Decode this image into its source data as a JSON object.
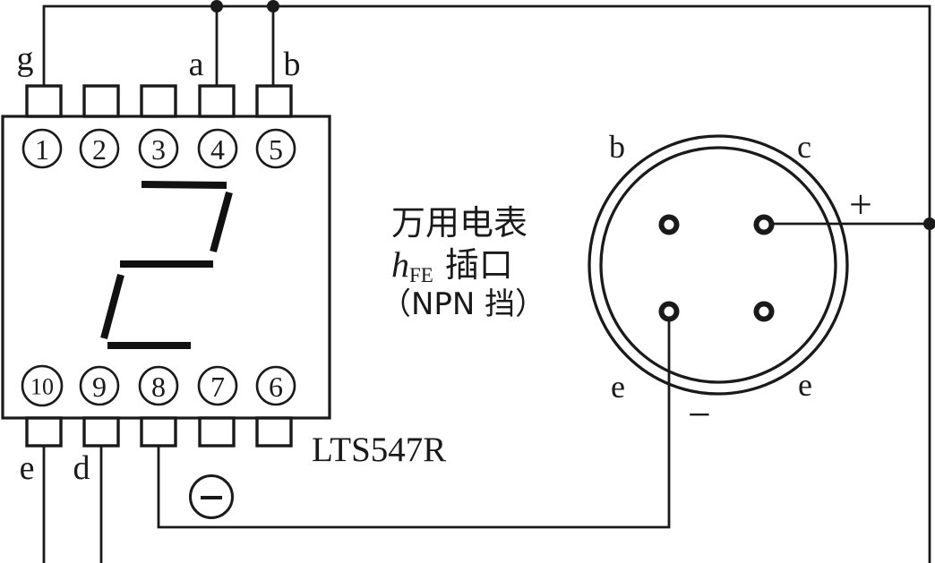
{
  "colors": {
    "ink": "#1a1a1a",
    "paper": "#ffffff"
  },
  "display_ic": {
    "part_number": "LTS547R",
    "digit_shown": "2",
    "top_pins": [
      {
        "number": "1",
        "label": "g"
      },
      {
        "number": "2"
      },
      {
        "number": "3"
      },
      {
        "number": "4",
        "label": "a"
      },
      {
        "number": "5",
        "label": "b"
      }
    ],
    "bottom_pins": [
      {
        "number": "10",
        "label": "e"
      },
      {
        "number": "9",
        "label": "d"
      },
      {
        "number": "8"
      },
      {
        "number": "7"
      },
      {
        "number": "6"
      }
    ]
  },
  "meter_socket": {
    "caption_line1": "万用电表",
    "caption_h": "h",
    "caption_h_sub": "FE",
    "caption_line2_rest": "插口",
    "caption_line3": "（NPN 挡）",
    "hole_top_left": "b",
    "hole_top_right": "c",
    "hole_bottom_left": "e",
    "hole_bottom_right": "e",
    "plus_label": "+",
    "minus_label": "−"
  },
  "icons": {
    "minus_terminal": "circled-minus"
  }
}
